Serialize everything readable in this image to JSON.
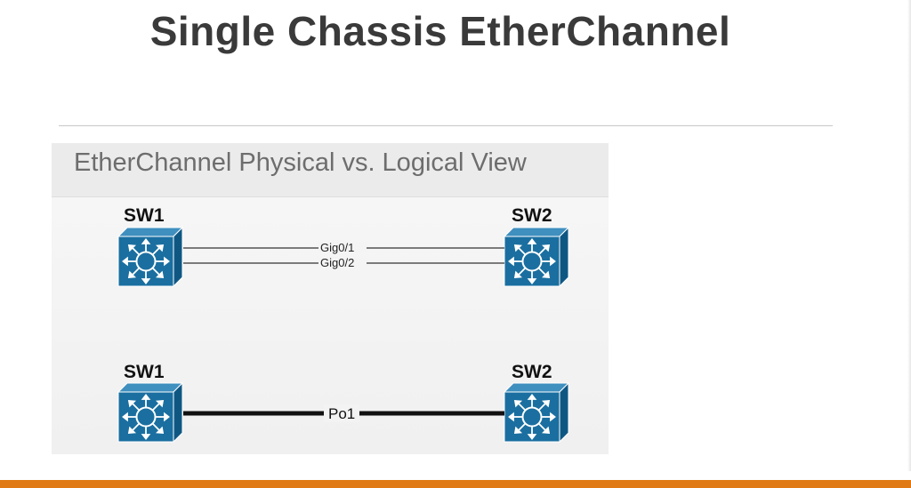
{
  "slide": {
    "title": "Single Chassis EtherChannel"
  },
  "panel": {
    "title": "EtherChannel Physical vs. Logical View"
  },
  "physical_view": {
    "left_switch": "SW1",
    "right_switch": "SW2",
    "links": [
      "Gig0/1",
      "Gig0/2"
    ]
  },
  "logical_view": {
    "left_switch": "SW1",
    "right_switch": "SW2",
    "port_channel": "Po1"
  },
  "colors": {
    "switch_blue": "#1a6fa0",
    "accent_orange": "#e07a14",
    "title_gray": "#3a3a3a"
  },
  "icons": [
    "multilayer-switch-icon"
  ]
}
